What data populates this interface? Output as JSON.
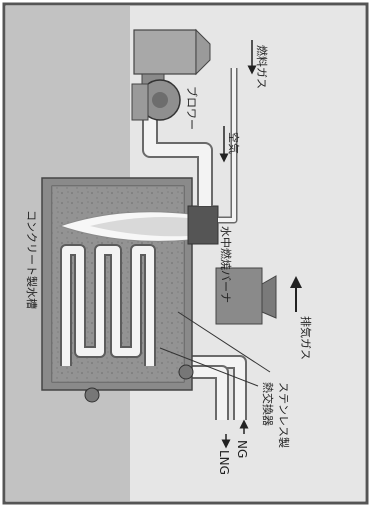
{
  "labels": {
    "fuel_gas": "燃料ガス",
    "blower": "ブロワー",
    "air": "空気",
    "burner_vertical": "水中燃焼バーナ",
    "exhaust_gas": "排気ガス",
    "tank": "コンクリート製水槽",
    "heat_exchanger_line1": "ステンレス製",
    "heat_exchanger_line2": "熱交換器",
    "ng": "NG",
    "lng": "LNG"
  },
  "colors": {
    "upper_background": "#e6e6e6",
    "lower_background": "#c2c2c2",
    "tank_wall": "#8a8a8a",
    "tank_water": "#9b9b9b",
    "pipe_fill": "#f3f3f3",
    "pipe_stroke": "#6a6a6a",
    "flame": "#f7f7f7",
    "burner_block": "#555555",
    "border": "#555555"
  }
}
